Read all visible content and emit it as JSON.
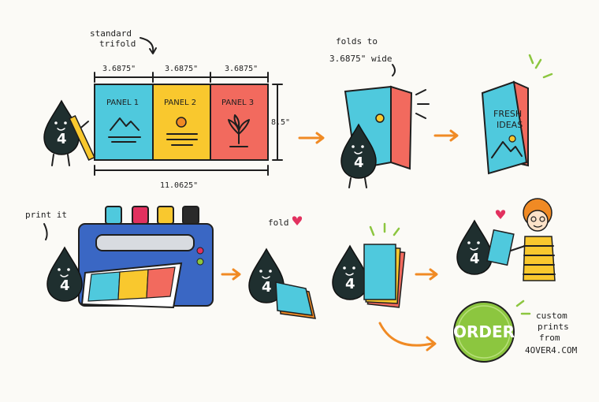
{
  "labels": {
    "standard_trifold": [
      "standard",
      "trifold"
    ],
    "folds_to": [
      "folds to",
      "3.6875\" wide"
    ],
    "print_it": "print it",
    "fold": "fold",
    "custom_prints": [
      "custom",
      "prints",
      "from",
      "4OVER4.COM"
    ]
  },
  "trifold": {
    "panels": [
      "PANEL 1",
      "PANEL 2",
      "PANEL 3"
    ],
    "panel_width": "3.6875\"",
    "height": "8.5\"",
    "total_width": "11.0625\""
  },
  "mascot_number": "4",
  "brochure_cover": [
    "FRESH",
    "IDEAS"
  ],
  "order_button": "ORDER",
  "colors": {
    "cyan": "#4fc9dd",
    "yellow": "#f9c82e",
    "coral": "#f26a5e",
    "green": "#8cc63f",
    "orange": "#f08a24",
    "ink": "#1f2f2f",
    "press_blue": "#3a67c4"
  }
}
